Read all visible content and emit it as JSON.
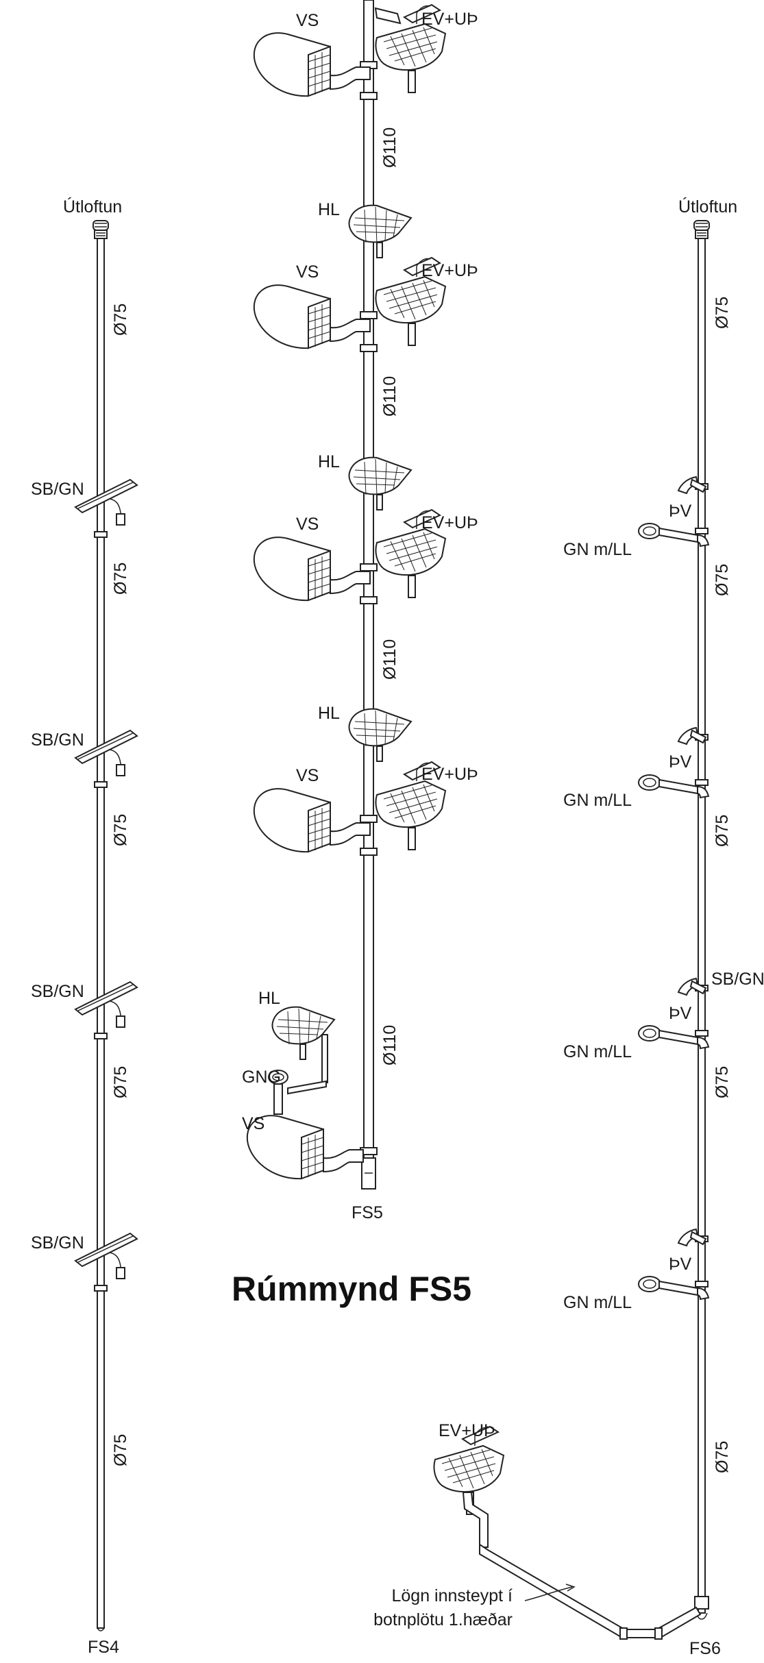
{
  "drawing": {
    "title": "Rúmmynd FS5",
    "stacks": {
      "fs4": "FS4",
      "fs5": "FS5",
      "fs6": "FS6"
    },
    "vent": "Útloftun",
    "pipe_sizes": {
      "d75": "Ø75",
      "d110": "Ø110"
    },
    "fixtures": {
      "vs": "VS",
      "hl": "HL",
      "ev_uth": "EV+UÞ",
      "sb_gn": "SB/GN",
      "gn_ll": "GN m/LL",
      "thv": "ÞV",
      "gng": "GNG"
    },
    "note": {
      "line1": "Lögn innsteypt í",
      "line2": "botnplötu 1.hæðar"
    }
  }
}
